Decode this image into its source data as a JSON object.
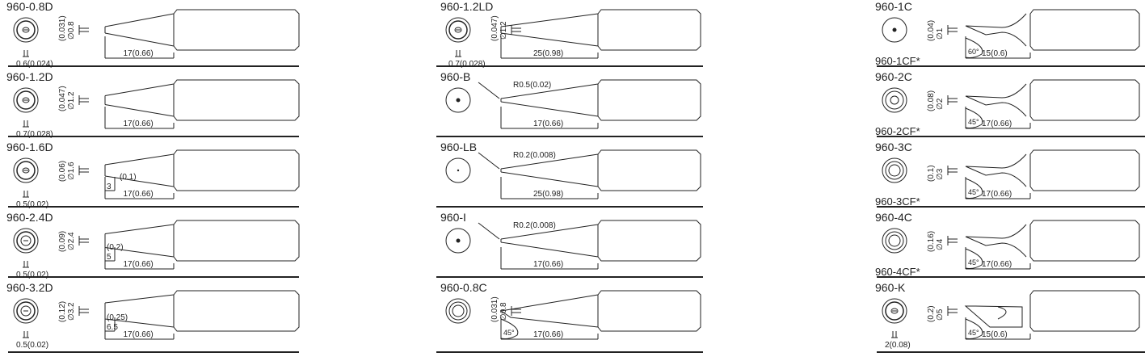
{
  "colors": {
    "ink": "#222222",
    "background": "#ffffff"
  },
  "columns": [
    [
      {
        "name": "960-0.8D",
        "type": "D",
        "dia_in": "(0.031)",
        "dia_mm": "∅0.8",
        "length": "17(0.66)",
        "thickness": "0.6(0.024)"
      },
      {
        "name": "960-1.2D",
        "type": "D",
        "dia_in": "(0.047)",
        "dia_mm": "∅1.2",
        "length": "17(0.66)",
        "thickness": "0.7(0.028)"
      },
      {
        "name": "960-1.6D",
        "type": "D",
        "dia_in": "(0.06)",
        "dia_mm": "∅1.6",
        "length": "17(0.66)",
        "thickness": "0.5(0.02)",
        "sub_mm": "3",
        "sub_in": "(0.1)"
      },
      {
        "name": "960-2.4D",
        "type": "D",
        "dia_in": "(0.09)",
        "dia_mm": "∅2.4",
        "length": "17(0.66)",
        "thickness": "0.5(0.02)",
        "sub_mm": "5",
        "sub_in": "(0.2)"
      },
      {
        "name": "960-3.2D",
        "type": "D",
        "dia_in": "(0.12)",
        "dia_mm": "∅3.2",
        "length": "17(0.66)",
        "thickness": "0.5(0.02)",
        "sub_mm": "6.5",
        "sub_in": "(0.25)"
      }
    ],
    [
      {
        "name": "960-1.2LD",
        "type": "D",
        "dia_in": "(0.047)",
        "dia_mm": "∅1.2",
        "length": "25(0.98)",
        "thickness": "0.7(0.028)"
      },
      {
        "name": "960-B",
        "type": "B",
        "length": "17(0.66)",
        "radius": "R0.5(0.02)"
      },
      {
        "name": "960-LB",
        "type": "B",
        "length": "25(0.98)",
        "radius": "R0.2(0.008)"
      },
      {
        "name": "960-I",
        "type": "I",
        "length": "17(0.66)",
        "radius": "R0.2(0.008)"
      },
      {
        "name": "960-0.8C",
        "type": "C",
        "dia_in": "(0.031)",
        "dia_mm": "∅0.8",
        "length": "17(0.66)",
        "angle": "45°"
      }
    ],
    [
      {
        "name": "960-1C",
        "alt": "960-1CF*",
        "type": "C",
        "dia_in": "(0.04)",
        "dia_mm": "∅1",
        "length": "15(0.6)",
        "angle": "60°"
      },
      {
        "name": "960-2C",
        "alt": "960-2CF*",
        "type": "C",
        "dia_in": "(0.08)",
        "dia_mm": "∅2",
        "length": "17(0.66)",
        "angle": "45°"
      },
      {
        "name": "960-3C",
        "alt": "960-3CF*",
        "type": "C",
        "dia_in": "(0.1)",
        "dia_mm": "∅3",
        "length": "17(0.66)",
        "angle": "45°"
      },
      {
        "name": "960-4C",
        "alt": "960-4CF*",
        "type": "C",
        "dia_in": "(0.16)",
        "dia_mm": "∅4",
        "length": "17(0.66)",
        "angle": "45°"
      },
      {
        "name": "960-K",
        "type": "K",
        "dia_in": "(0.2)",
        "dia_mm": "∅5",
        "length": "15(0.6)",
        "angle": "45°",
        "thickness": "2(0.08)"
      }
    ]
  ]
}
